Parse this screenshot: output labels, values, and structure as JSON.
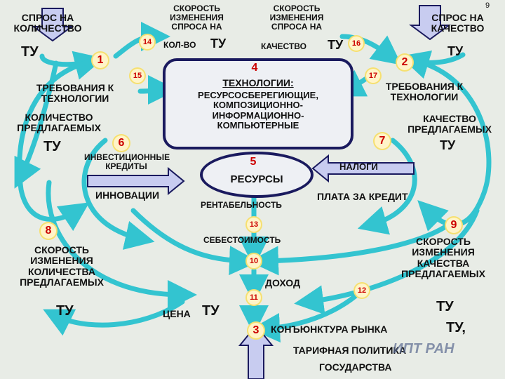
{
  "page_number": "9",
  "colors": {
    "arrow": "#33c4d0",
    "outline": "#1a1a5e",
    "number": "#cc0000",
    "badge": "#fff4c8",
    "hollow_arrow": "#c8ccf0"
  },
  "nodes": {
    "spros_kol": "СПРОС НА КОЛИЧЕСТВО",
    "tu_a": "ТУ",
    "speed_kol": "СКОРОСТЬ ИЗМЕНЕНИЯ СПРОСА НА",
    "kol_vo": "КОЛ-ВО",
    "tu_b": "ТУ",
    "speed_kach": "СКОРОСТЬ ИЗМЕНЕНИЯ СПРОСА НА",
    "kachestvo": "КАЧЕСТВО",
    "tu_c": "ТУ",
    "spros_kach": "СПРОС НА КАЧЕСТВО",
    "tu_d": "ТУ",
    "treb_kol": "ТРЕБОВАНИЯ К ТЕХНОЛОГИИ",
    "kol_pred": "КОЛИЧЕСТВО ПРЕДЛАГАЕМЫХ",
    "tu_e": "ТУ",
    "tech_title": "ТЕХНОЛОГИИ:",
    "tech_list": "РЕСУРСОСБЕРЕГИЮЩИЕ, КОМПОЗИЦИОННО- ИНФОРМАЦИОННО- КОМПЬЮТЕРНЫЕ",
    "treb_kach": "ТРЕБОВАНИЯ К ТЕХНОЛОГИИ",
    "kach_pred": "КАЧЕСТВО ПРЕДЛАГАЕМЫХ",
    "tu_f": "ТУ",
    "invest": "ИНВЕСТИЦИОННЫЕ КРЕДИТЫ",
    "resursy": "РЕСУРСЫ",
    "nalogi": "НАЛОГИ",
    "innov": "ИННОВАЦИИ",
    "rentab": "РЕНТАБЕЛЬНОСТЬ",
    "plata": "ПЛАТА ЗА КРЕДИТ",
    "speed_kol_pred": "СКОРОСТЬ ИЗМЕНЕНИЯ КОЛИЧЕСТВА ПРЕДЛАГАЕМЫХ",
    "tu_g": "ТУ",
    "sebest": "СЕБЕСТОИМОСТЬ",
    "speed_kach_pred": "СКОРОСТЬ ИЗМЕНЕНИЯ КАЧЕСТВА ПРЕДЛАГАЕМЫХ",
    "tu_h": "ТУ",
    "dohod": "ДОХОД",
    "cena": "ЦЕНА",
    "tu_i": "ТУ",
    "konyunktura": "КОНЪЮНКТУРА РЫНКА",
    "tu_j": "ТУ,",
    "tarif": "ТАРИФНАЯ ПОЛИТИКА",
    "gosud": "ГОСУДАРСТВА"
  },
  "numbers": [
    "1",
    "2",
    "3",
    "4",
    "5",
    "6",
    "7",
    "8",
    "9",
    "10",
    "11",
    "12",
    "13",
    "14",
    "15",
    "16",
    "17"
  ],
  "watermark": "ИПТ РАН"
}
